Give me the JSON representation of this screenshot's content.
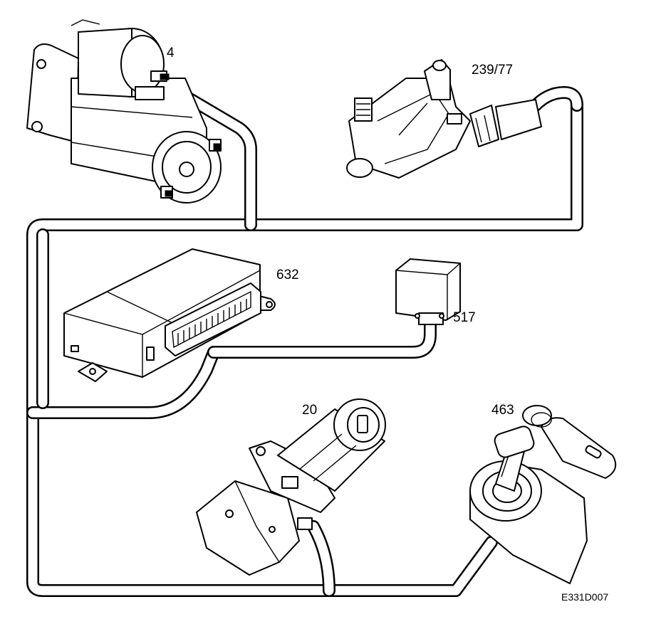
{
  "colors": {
    "line": "#000000",
    "background": "#ffffff"
  },
  "components": {
    "starter_motor": {
      "label": "4"
    },
    "gear_switch": {
      "label": "239/77"
    },
    "control_module": {
      "label": "632"
    },
    "relay": {
      "label": "517"
    },
    "ignition_switch": {
      "label": "20"
    },
    "key_lock": {
      "label": "463"
    }
  },
  "figure_code": "E331D007"
}
